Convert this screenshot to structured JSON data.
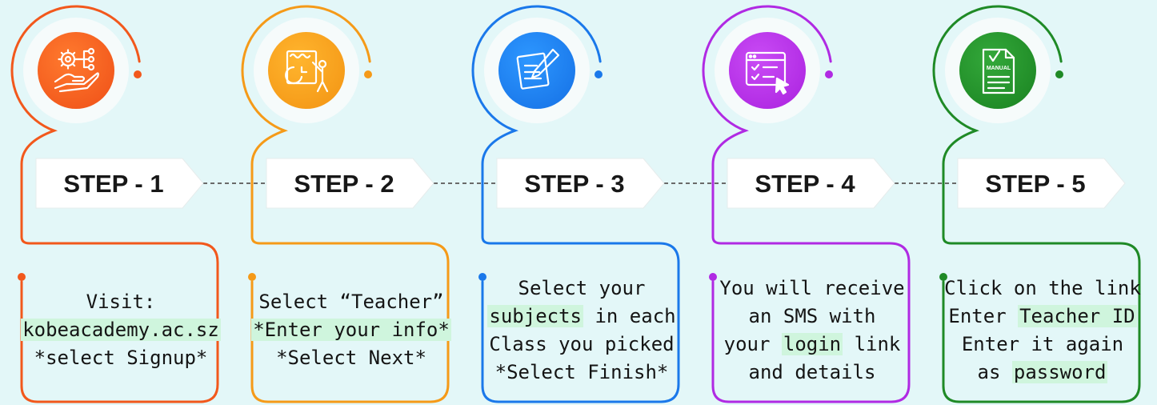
{
  "steps": [
    {
      "id": "1",
      "label": "STEP - 1",
      "color": "#f2581c",
      "color_light": "#ff7a2e",
      "icon": "settings-hand-icon",
      "lines": [
        {
          "pre": "Visit:",
          "hl": "",
          "post": ""
        },
        {
          "pre": "",
          "hl": "kobeacademy.ac.sz",
          "post": ""
        },
        {
          "pre": "*select Signup*",
          "hl": "",
          "post": ""
        }
      ]
    },
    {
      "id": "2",
      "label": "STEP - 2",
      "color": "#f59a18",
      "color_light": "#ffb52e",
      "icon": "teacher-board-icon",
      "lines": [
        {
          "pre": "Select “Teacher”",
          "hl": "",
          "post": ""
        },
        {
          "pre": "",
          "hl": "*Enter your info*",
          "post": ""
        },
        {
          "pre": "*Select Next*",
          "hl": "",
          "post": ""
        }
      ]
    },
    {
      "id": "3",
      "label": "STEP - 3",
      "color": "#1a78ea",
      "color_light": "#2d97ff",
      "icon": "notes-pencil-icon",
      "lines": [
        {
          "pre": "Select your",
          "hl": "",
          "post": ""
        },
        {
          "pre": "",
          "hl": "subjects",
          "post": " in each"
        },
        {
          "pre": "Class you picked",
          "hl": "",
          "post": ""
        },
        {
          "pre": "*Select Finish*",
          "hl": "",
          "post": ""
        }
      ]
    },
    {
      "id": "4",
      "label": "STEP - 4",
      "color": "#b02ae3",
      "color_light": "#c94bf5",
      "icon": "browser-checklist-icon",
      "lines": [
        {
          "pre": "You will receive",
          "hl": "",
          "post": ""
        },
        {
          "pre": "an SMS with",
          "hl": "",
          "post": ""
        },
        {
          "pre": "your ",
          "hl": "login",
          "post": " link"
        },
        {
          "pre": "and details",
          "hl": "",
          "post": ""
        }
      ]
    },
    {
      "id": "5",
      "label": "STEP - 5",
      "color": "#1f8a26",
      "color_light": "#33a83a",
      "icon": "manual-document-icon",
      "lines": [
        {
          "pre": "Click on the link",
          "hl": "",
          "post": ""
        },
        {
          "pre": "Enter ",
          "hl": "Teacher ID",
          "post": ""
        },
        {
          "pre": "Enter it again",
          "hl": "",
          "post": ""
        },
        {
          "pre": "as ",
          "hl": "password",
          "post": ""
        }
      ]
    }
  ]
}
